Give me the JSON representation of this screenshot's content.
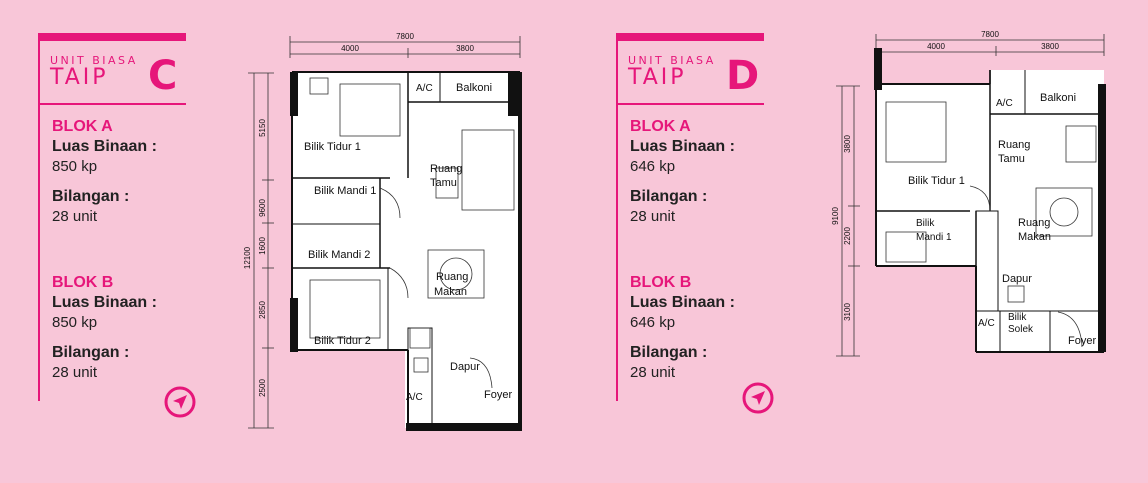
{
  "unit_c": {
    "subtitle": "UNIT BIASA",
    "taip": "TAIP",
    "letter": "C",
    "blok_a": {
      "title": "BLOK A",
      "luas_label": "Luas Binaan :",
      "luas_value": "850 kp",
      "bilangan_label": "Bilangan :",
      "bilangan_value": "28 unit"
    },
    "blok_b": {
      "title": "BLOK B",
      "luas_label": "Luas Binaan :",
      "luas_value": "850 kp",
      "bilangan_label": "Bilangan :",
      "bilangan_value": "28 unit"
    },
    "plan": {
      "dims_top": {
        "total": "7800",
        "left": "4000",
        "right": "3800"
      },
      "dims_left": {
        "total": "12100",
        "d1": "5150",
        "d2": "9600",
        "d3": "1600",
        "d4": "2850",
        "d5": "2500"
      },
      "rooms": {
        "ac1": "A/C",
        "balkoni": "Balkoni",
        "bilik_tidur_1": "Bilik Tidur 1",
        "ruang": "Ruang",
        "tamu": "Tamu",
        "bilik_mandi_1": "Bilik Mandi 1",
        "bilik_mandi_2": "Bilik Mandi 2",
        "ruang_makan_1": "Ruang",
        "ruang_makan_2": "Makan",
        "bilik_tidur_2": "Bilik Tidur 2",
        "dapur": "Dapur",
        "ac2": "A/C",
        "foyer": "Foyer"
      }
    }
  },
  "unit_d": {
    "subtitle": "UNIT BIASA",
    "taip": "TAIP",
    "letter": "D",
    "blok_a": {
      "title": "BLOK A",
      "luas_label": "Luas Binaan :",
      "luas_value": "646 kp",
      "bilangan_label": "Bilangan :",
      "bilangan_value": "28 unit"
    },
    "blok_b": {
      "title": "BLOK B",
      "luas_label": "Luas Binaan :",
      "luas_value": "646 kp",
      "bilangan_label": "Bilangan :",
      "bilangan_value": "28 unit"
    },
    "plan": {
      "dims_top": {
        "total": "7800",
        "left": "4000",
        "right": "3800"
      },
      "dims_left": {
        "total": "9100",
        "d1": "3800",
        "d2": "2200",
        "d3": "3100"
      },
      "rooms": {
        "ac1": "A/C",
        "balkoni": "Balkoni",
        "ruang_tamu_1": "Ruang",
        "ruang_tamu_2": "Tamu",
        "bilik_tidur_1": "Bilik Tidur 1",
        "ruang_makan_1": "Ruang",
        "ruang_makan_2": "Makan",
        "bilik_mandi_1": "Bilik",
        "bilik_mandi_2": "Mandi 1",
        "dapur": "Dapur",
        "ac2": "A/C",
        "bilik_solek_1": "Bilik",
        "bilik_solek_2": "Solek",
        "foyer": "Foyer"
      }
    }
  },
  "colors": {
    "background": "#f8c6d8",
    "accent": "#e6167a"
  },
  "icons": [
    "compass-icon"
  ]
}
